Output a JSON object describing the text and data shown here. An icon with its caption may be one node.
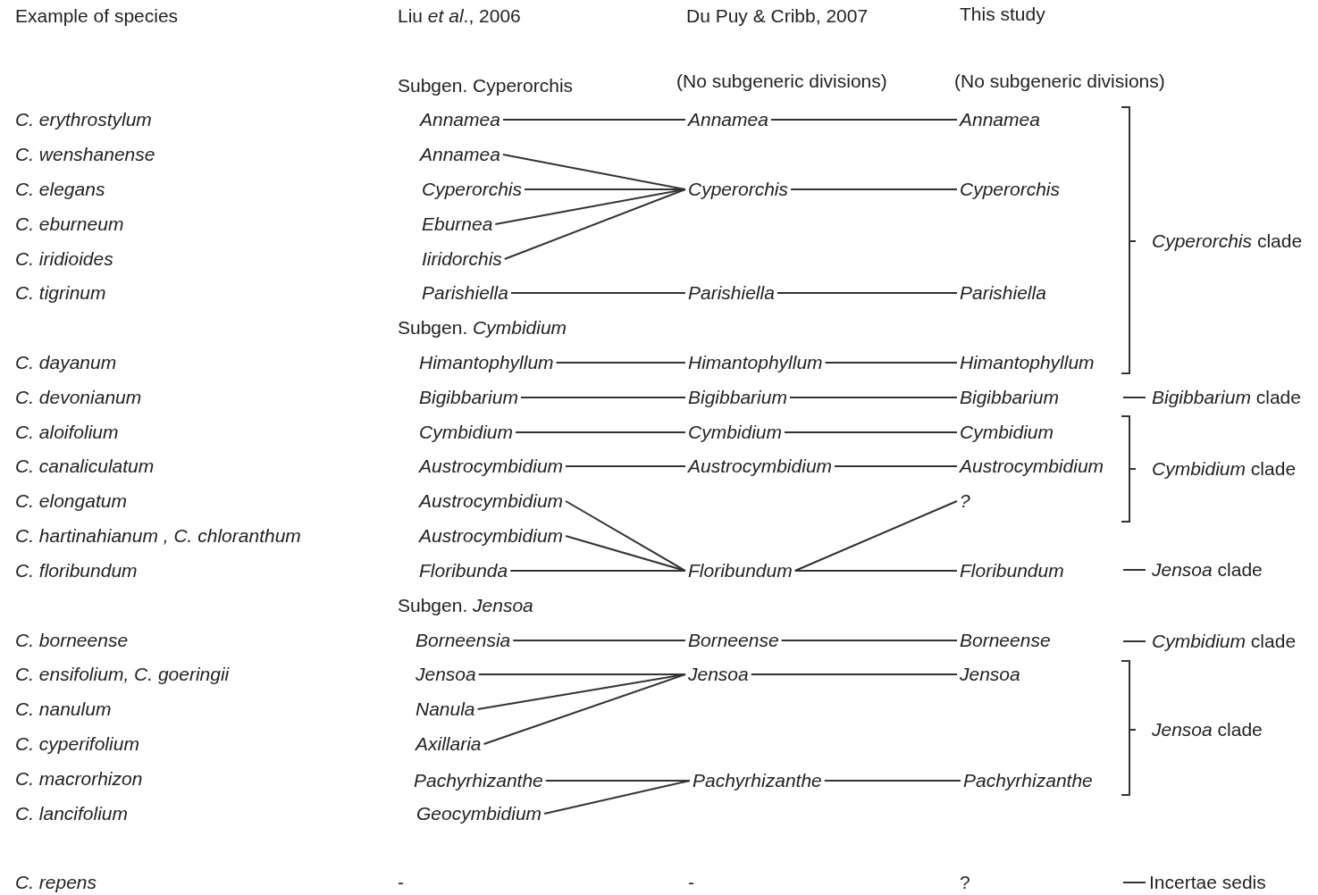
{
  "diagram": {
    "nodes": [
      {
        "text": [
          "Annamea"
        ]
      },
      {
        "text": [
          "Annamea"
        ]
      },
      {
        "text": [
          "Cyperorchis"
        ]
      },
      {
        "text": [
          "Eburnea"
        ]
      },
      {
        "text": [
          "Iiridorchis"
        ]
      },
      {
        "text": [
          "Parishiella"
        ]
      },
      {
        "text": [
          "Himantophyllum"
        ]
      },
      {
        "text": [
          "Bigibbarium"
        ]
      },
      {
        "text": [
          "Cymbidium"
        ]
      },
      {
        "text": [
          "Austrocymbidium"
        ]
      },
      {
        "text": [
          "Austrocymbidium"
        ]
      },
      {
        "text": [
          "Austrocymbidium"
        ]
      },
      {
        "text": [
          "Floribunda"
        ]
      },
      {
        "text": [
          "Borneensia"
        ]
      },
      {
        "text": [
          "Jensoa"
        ]
      },
      {
        "text": [
          "Nanula"
        ]
      },
      {
        "text": [
          "Axillaria"
        ]
      },
      {
        "text": [
          "Pachyrhizanthe"
        ]
      },
      {
        "text": [
          "Geocymbidium"
        ]
      },
      {
        "text": [
          "Annamea"
        ]
      },
      {
        "text": [
          "Cyperorchis"
        ]
      },
      {
        "text": [
          "Parishiella"
        ]
      },
      {
        "text": [
          "Himantophyllum"
        ]
      },
      {
        "text": [
          "Bigibbarium"
        ]
      },
      {
        "text": [
          "Cymbidium"
        ]
      },
      {
        "text": [
          "Austrocymbidium"
        ]
      },
      {
        "text": [
          "Floribundum"
        ]
      },
      {
        "text": [
          "Borneense"
        ]
      },
      {
        "text": [
          "Jensoa"
        ]
      },
      {
        "text": [
          "Pachyrhizanthe"
        ]
      },
      {
        "text": [
          "Annamea"
        ]
      },
      {
        "text": [
          "Cyperorchis"
        ]
      },
      {
        "text": [
          "Parishiella"
        ]
      },
      {
        "text": [
          "Himantophyllum"
        ]
      },
      {
        "text": [
          "Bigibbarium"
        ]
      },
      {
        "text": [
          "Cymbidium"
        ]
      },
      {
        "text": [
          "Austrocymbidium"
        ]
      },
      {
        "text": [
          "?"
        ]
      },
      {
        "text": [
          "Floribundum"
        ]
      },
      {
        "text": [
          "Borneense"
        ]
      },
      {
        "text": [
          "Jensoa"
        ]
      },
      {
        "text": [
          "Pachyrhizanthe"
        ]
      }
    ],
    "edges": [
      {
        "from": 0,
        "to": 19,
        "arrow": "none"
      },
      {
        "from": 1,
        "to": 20,
        "arrow": "none"
      },
      {
        "from": 2,
        "to": 20,
        "arrow": "none"
      },
      {
        "from": 3,
        "to": 20,
        "arrow": "none"
      },
      {
        "from": 4,
        "to": 20,
        "arrow": "none"
      },
      {
        "from": 5,
        "to": 21,
        "arrow": "none"
      },
      {
        "from": 6,
        "to": 22,
        "arrow": "none"
      },
      {
        "from": 7,
        "to": 23,
        "arrow": "none"
      },
      {
        "from": 8,
        "to": 24,
        "arrow": "none"
      },
      {
        "from": 9,
        "to": 25,
        "arrow": "none"
      },
      {
        "from": 10,
        "to": 26,
        "arrow": "none"
      },
      {
        "from": 11,
        "to": 26,
        "arrow": "none"
      },
      {
        "from": 12,
        "to": 26,
        "arrow": "none"
      },
      {
        "from": 13,
        "to": 27,
        "arrow": "none"
      },
      {
        "from": 14,
        "to": 28,
        "arrow": "none"
      },
      {
        "from": 15,
        "to": 28,
        "arrow": "none"
      },
      {
        "from": 16,
        "to": 28,
        "arrow": "none"
      },
      {
        "from": 17,
        "to": 29,
        "arrow": "none"
      },
      {
        "from": 18,
        "to": 29,
        "arrow": "none"
      },
      {
        "from": 19,
        "to": 30,
        "arrow": "none"
      },
      {
        "from": 20,
        "to": 31,
        "arrow": "none"
      },
      {
        "from": 21,
        "to": 32,
        "arrow": "none"
      },
      {
        "from": 22,
        "to": 33,
        "arrow": "none"
      },
      {
        "from": 23,
        "to": 34,
        "arrow": "none"
      },
      {
        "from": 24,
        "to": 35,
        "arrow": "none"
      },
      {
        "from": 25,
        "to": 36,
        "arrow": "none"
      },
      {
        "from": 26,
        "to": 37,
        "arrow": "none"
      },
      {
        "from": 26,
        "to": 38,
        "arrow": "none"
      },
      {
        "from": 27,
        "to": 39,
        "arrow": "none"
      },
      {
        "from": 28,
        "to": 40,
        "arrow": "none"
      },
      {
        "from": 29,
        "to": 41,
        "arrow": "none"
      }
    ],
    "labels": [
      "Example of species",
      "Liu *et al*., 2006",
      "Du Puy & Cribb, 2007",
      "This study",
      "Subgen. Cyperorchis",
      "(No subgeneric divisions)",
      "(No subgeneric divisions)",
      "C. erythrostylum",
      "C. wenshanense",
      "C. elegans",
      "C. eburneum",
      "*Cyperorchis* clade",
      "C. iridioides",
      "C. tigrinum",
      "Subgen. *Cymbidium*",
      "C. dayanum",
      "C. devonianum",
      "*Bigibbarium* clade",
      "C. aloifolium",
      "C. canaliculatum",
      "*Cymbidium* clade",
      "C. elongatum",
      "C. hartinahianum , C. chloranthum",
      "C. floribundum",
      "*Jensoa* clade",
      "Subgen. *Jensoa*",
      "C. borneense",
      "*Cymbidium* clade",
      "C. ensifolium, C. goeringii",
      "C. nanulum",
      "*Jensoa* clade",
      "C. cyperifolium",
      "C. macrorhizon",
      "C. lancifolium",
      "C. repens",
      "-",
      "-",
      "?",
      "Incertae sedis"
    ]
  }
}
